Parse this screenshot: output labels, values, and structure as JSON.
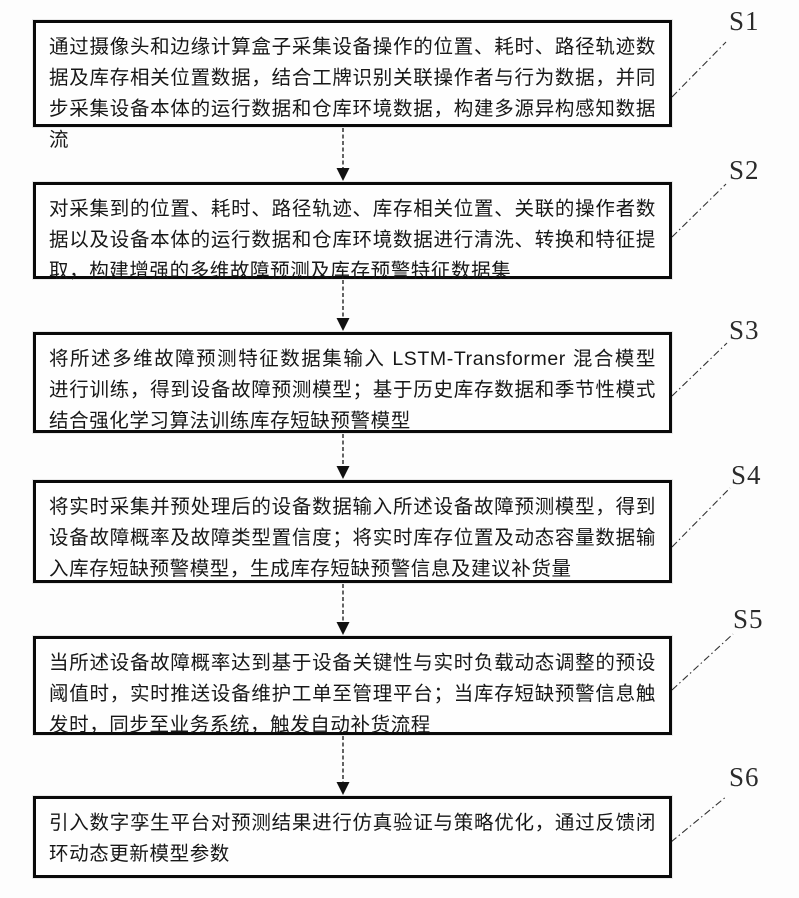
{
  "figure": {
    "type": "flowchart",
    "colors": {
      "box_border": "#0a0a0a",
      "text": "#171717",
      "background": "#fdfdfd",
      "connector": "#222222"
    },
    "steps": [
      {
        "label": "S1",
        "text": "通过摄像头和边缘计算盒子采集设备操作的位置、耗时、路径轨迹数据及库存相关位置数据，结合工牌识别关联操作者与行为数据，并同步采集设备本体的运行数据和仓库环境数据，构建多源异构感知数据流"
      },
      {
        "label": "S2",
        "text": "对采集到的位置、耗时、路径轨迹、库存相关位置、关联的操作者数据以及设备本体的运行数据和仓库环境数据进行清洗、转换和特征提取，构建增强的多维故障预测及库存预警特征数据集"
      },
      {
        "label": "S3",
        "text": "将所述多维故障预测特征数据集输入 LSTM-Transformer 混合模型进行训练，得到设备故障预测模型；基于历史库存数据和季节性模式结合强化学习算法训练库存短缺预警模型"
      },
      {
        "label": "S4",
        "text": "将实时采集并预处理后的设备数据输入所述设备故障预测模型，得到设备故障概率及故障类型置信度；将实时库存位置及动态容量数据输入库存短缺预警模型，生成库存短缺预警信息及建议补货量"
      },
      {
        "label": "S5",
        "text": "当所述设备故障概率达到基于设备关键性与实时负载动态调整的预设阈值时，实时推送设备维护工单至管理平台；当库存短缺预警信息触发时，同步至业务系统，触发自动补货流程"
      },
      {
        "label": "S6",
        "text": "引入数字孪生平台对预测结果进行仿真验证与策略优化，通过反馈闭环动态更新模型参数"
      }
    ]
  }
}
